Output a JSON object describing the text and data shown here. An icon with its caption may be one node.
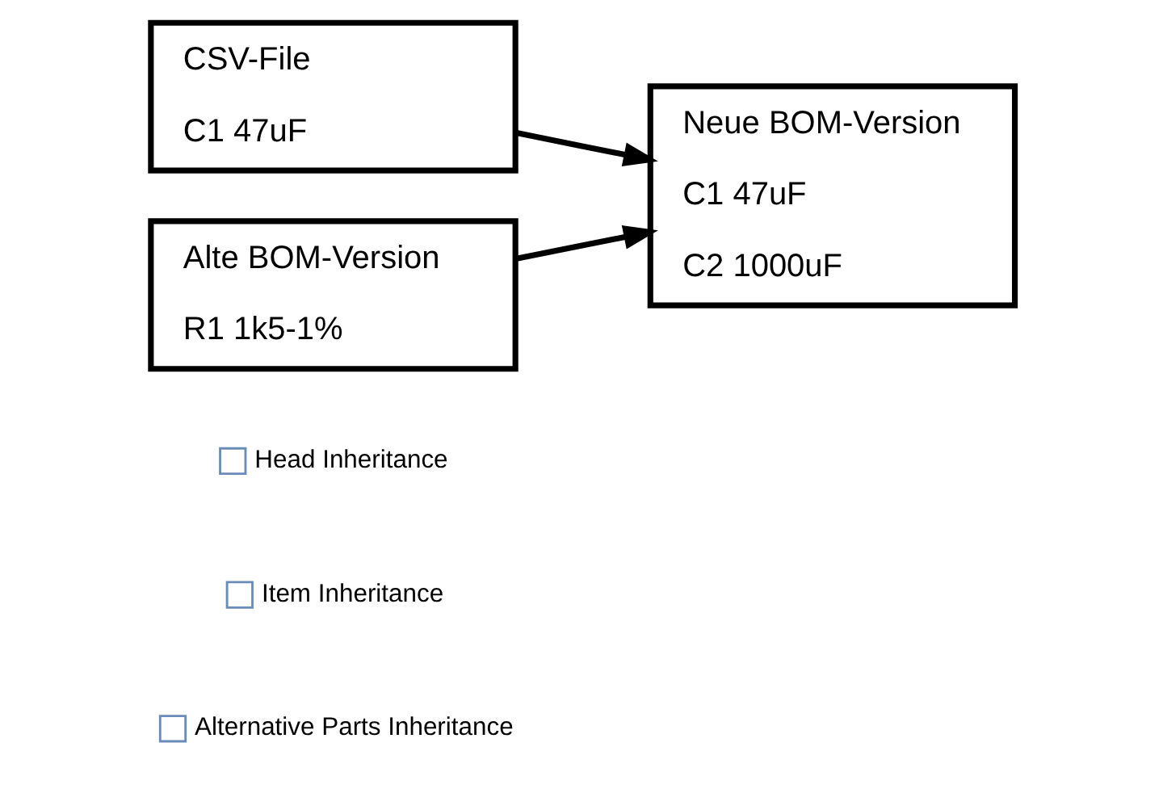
{
  "diagram": {
    "nodes": [
      {
        "text": [
          "CSV-File",
          "C1 47uF"
        ]
      },
      {
        "text": [
          "Alte BOM-Version",
          "R1 1k5-1%"
        ]
      },
      {
        "text": [
          "Neue BOM-Version",
          "C1 47uF",
          "C2 1000uF"
        ]
      }
    ],
    "edges": [
      {
        "from": 0,
        "to": 2,
        "arrow": "to"
      },
      {
        "from": 1,
        "to": 2,
        "arrow": "to"
      }
    ],
    "labels": [
      "Head Inheritance",
      "Item Inheritance",
      "Alternative Parts Inheritance"
    ]
  }
}
